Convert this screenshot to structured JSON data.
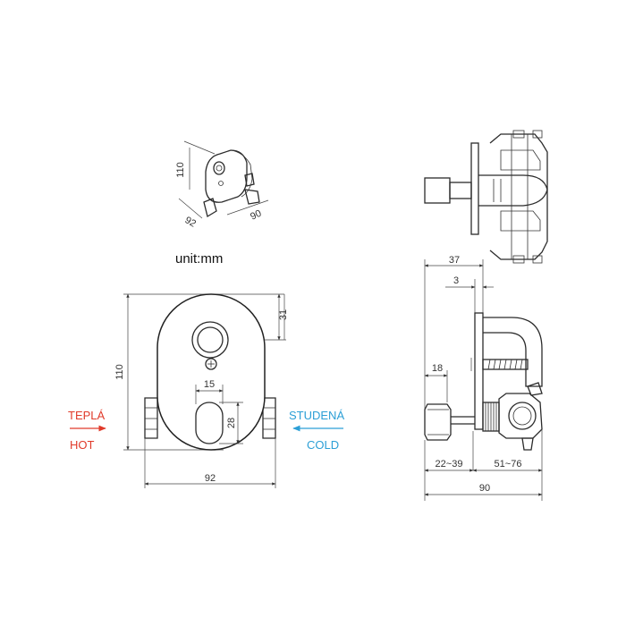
{
  "unit_label": "unit:mm",
  "iso_dims": {
    "height": "110",
    "depth": "92",
    "width": "90"
  },
  "front_dims": {
    "top_offset": "31",
    "height": "110",
    "knob_width": "15",
    "knob_height": "28",
    "width": "92"
  },
  "side_dims": {
    "total_depth_top": "37",
    "plate": "3",
    "handle": "18",
    "range_left": "22~39",
    "range_right": "51~76",
    "total": "90"
  },
  "flow_labels": {
    "hot_cz": "TEPLÁ",
    "hot_en": "HOT",
    "cold_cz": "STUDENÁ",
    "cold_en": "COLD"
  },
  "colors": {
    "hot": "#e03a2a",
    "cold": "#2c9fd6",
    "line": "#2b2b2b"
  }
}
